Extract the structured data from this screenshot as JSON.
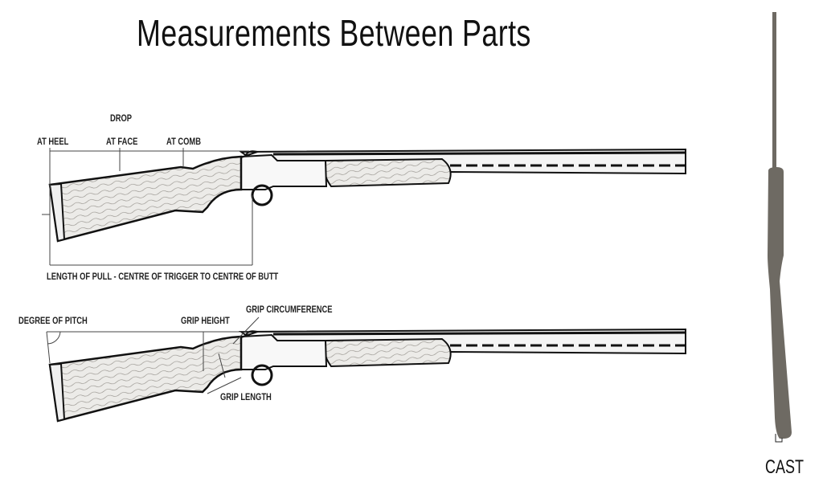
{
  "title": "Measurements Between Parts",
  "top_diagram": {
    "drop": "DROP",
    "at_heel": "AT HEEL",
    "at_face": "AT FACE",
    "at_comb": "AT COMB",
    "length_of_pull": "LENGTH OF PULL - CENTRE OF TRIGGER TO CENTRE OF BUTT"
  },
  "bottom_diagram": {
    "degree_of_pitch": "DEGREE OF PITCH",
    "grip_height": "GRIP HEIGHT",
    "grip_circumference": "GRIP CIRCUMFERENCE",
    "grip_length": "GRIP LENGTH"
  },
  "side_view": {
    "cast": "CAST"
  },
  "colors": {
    "stock_wood": "#e9e6e1",
    "cast_gun": "#6e6a63",
    "line": "#444444"
  }
}
